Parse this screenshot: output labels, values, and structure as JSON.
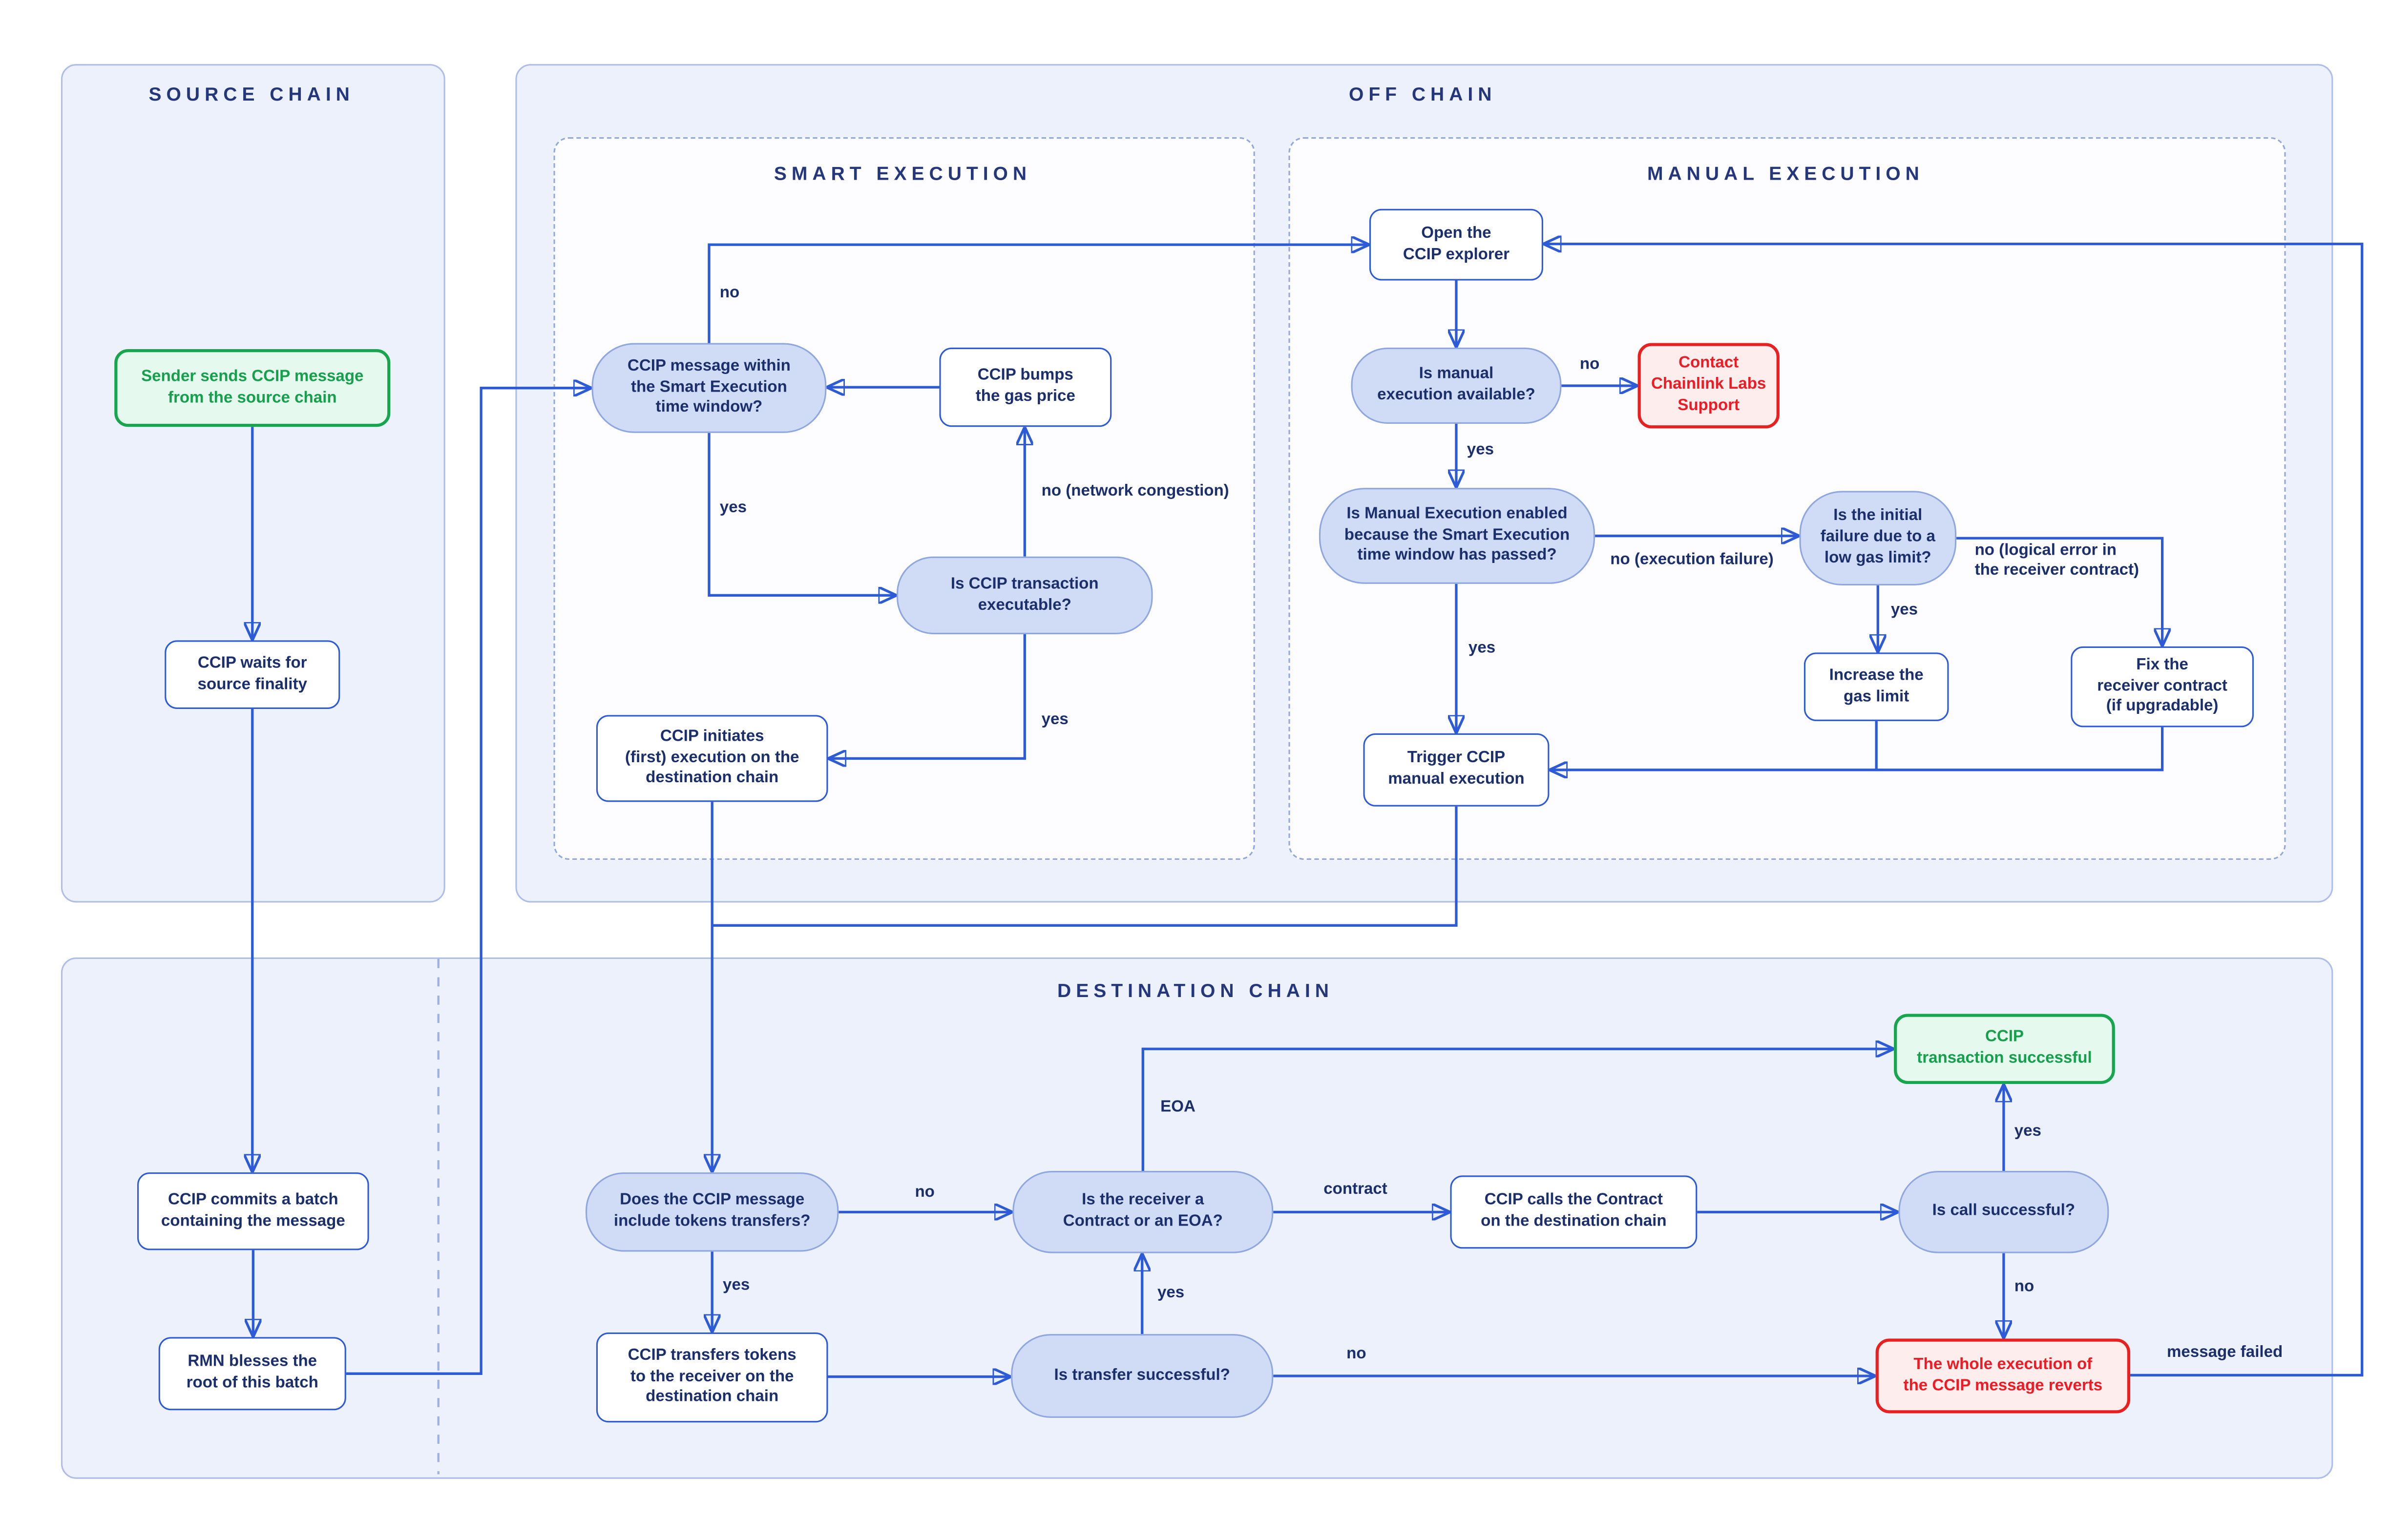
{
  "panels": {
    "source": {
      "title": "SOURCE CHAIN"
    },
    "offchain": {
      "title": "OFF CHAIN"
    },
    "smart_execution": {
      "title": "SMART EXECUTION"
    },
    "manual_execution": {
      "title": "MANUAL EXECUTION"
    },
    "destination": {
      "title": "DESTINATION CHAIN"
    }
  },
  "nodes": {
    "sender": {
      "type": "success",
      "label": "Sender sends CCIP message\nfrom the source chain"
    },
    "waits": {
      "type": "process",
      "label": "CCIP waits for\nsource finality"
    },
    "commits": {
      "type": "process",
      "label": "CCIP commits a batch\ncontaining the message"
    },
    "rmn": {
      "type": "process",
      "label": "RMN blesses the\nroot of this batch"
    },
    "msg_within": {
      "type": "decision",
      "label": "CCIP message within\nthe Smart Execution\ntime window?"
    },
    "bumps": {
      "type": "process",
      "label": "CCIP bumps\nthe gas price"
    },
    "executable": {
      "type": "decision",
      "label": "Is CCIP transaction\nexecutable?"
    },
    "initiates": {
      "type": "process",
      "label": "CCIP initiates\n(first) execution on the\ndestination chain"
    },
    "open_explorer": {
      "type": "process",
      "label": "Open the\nCCIP explorer"
    },
    "manual_available": {
      "type": "decision",
      "label": "Is manual\nexecution available?"
    },
    "contact_support": {
      "type": "error",
      "label": "Contact\nChainlink Labs\nSupport"
    },
    "manual_enabled": {
      "type": "decision",
      "label": "Is Manual Execution enabled\nbecause the Smart Execution\ntime window has passed?"
    },
    "initial_failure": {
      "type": "decision",
      "label": "Is the initial\nfailure due to a\nlow gas limit?"
    },
    "increase_gas": {
      "type": "process",
      "label": "Increase the\ngas limit"
    },
    "fix_receiver": {
      "type": "process",
      "label": "Fix the\nreceiver contract\n(if upgradable)"
    },
    "trigger_manual": {
      "type": "process",
      "label": "Trigger CCIP\nmanual execution"
    },
    "tx_successful": {
      "type": "success",
      "label": "CCIP\ntransaction successful"
    },
    "tokens_q": {
      "type": "decision",
      "label": "Does the CCIP message\ninclude tokens transfers?"
    },
    "receiver_q": {
      "type": "decision",
      "label": "Is the receiver a\nContract or an EOA?"
    },
    "calls_contract": {
      "type": "process",
      "label": "CCIP calls the Contract\non the destination chain"
    },
    "call_ok": {
      "type": "decision",
      "label": "Is call successful?"
    },
    "transfers_tokens": {
      "type": "process",
      "label": "CCIP transfers tokens\nto the receiver on the\ndestination chain"
    },
    "transfer_ok": {
      "type": "decision",
      "label": "Is transfer successful?"
    },
    "reverts": {
      "type": "error",
      "label": "The whole execution of\nthe CCIP message reverts"
    }
  },
  "edge_labels": {
    "smart_no": "no",
    "smart_yes": "yes",
    "network_congestion": "no (network congestion)",
    "executable_yes": "yes",
    "manual_avail_no": "no",
    "manual_avail_yes": "yes",
    "execution_failure": "no (execution failure)",
    "low_gas_yes": "yes",
    "logical_error": "no (logical error in\nthe receiver contract)",
    "enabled_yes": "yes",
    "eoa": "EOA",
    "tokens_no": "no",
    "contract": "contract",
    "call_yes": "yes",
    "call_no": "no",
    "tokens_yes": "yes",
    "transfer_yes": "yes",
    "transfer_no": "no",
    "message_failed": "message failed"
  },
  "colors": {
    "line_blue": "#2d5bd8",
    "node_text_navy": "#1c2f6d",
    "panel_fill": "#edf1fb",
    "decision_fill": "#d0dcf6",
    "decision_border": "#8fa7e0",
    "success_green": "#17a54d",
    "success_fill": "#e6f9ee",
    "error_red": "#e8201f",
    "error_fill": "#fdedec"
  }
}
